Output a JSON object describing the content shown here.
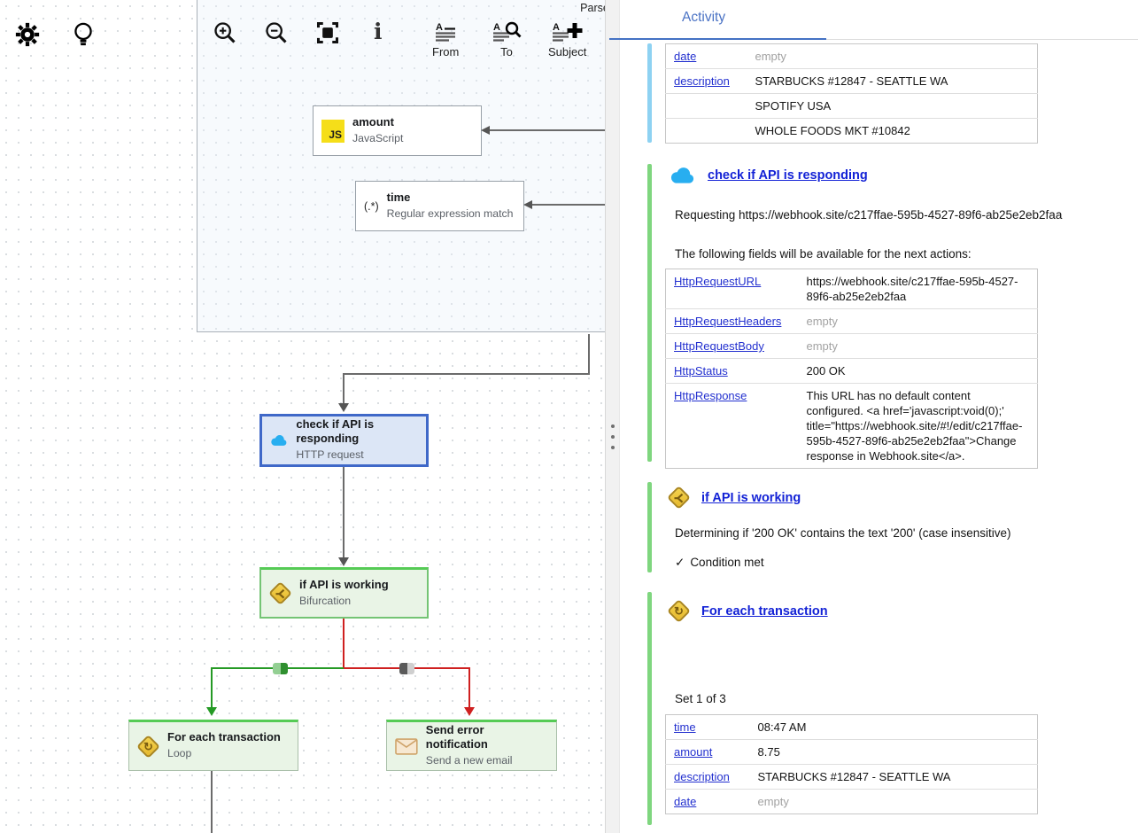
{
  "colors": {
    "accent_blue": "#4472c4",
    "section_bar_blue": "#8ed2f2",
    "section_bar_green": "#7fd67f",
    "link_blue": "#1322d6",
    "node_selected_border": "#3f68c8",
    "node_green_top": "#55cb55",
    "branch_green": "#259a25",
    "branch_red": "#cf2020",
    "js_yellow": "#f5de19",
    "cloud_blue": "#28aef0",
    "diamond_gold": "#e6b82c"
  },
  "canvas": {
    "parser_label": "Parser",
    "toolbar": {
      "zoom_in": "zoom in",
      "zoom_out": "zoom out",
      "fit": "fit to screen",
      "info": "info",
      "from_label": "From",
      "to_label": "To",
      "subject_label": "Subject"
    },
    "nodes": {
      "amount": {
        "title": "amount",
        "subtitle": "JavaScript",
        "icon_label": "JS"
      },
      "time": {
        "title": "time",
        "subtitle": "Regular expression match",
        "icon_label": "(.*)"
      },
      "check": {
        "title": "check if API is responding",
        "subtitle": "HTTP request"
      },
      "bifurcation": {
        "title": "if API is working",
        "subtitle": "Bifurcation"
      },
      "loop": {
        "title": "For each transaction",
        "subtitle": "Loop"
      },
      "email": {
        "title": "Send error notification",
        "subtitle": "Send a new email"
      }
    },
    "icons": {
      "loop_glyph": "↻"
    }
  },
  "panel": {
    "tab": "Activity",
    "section1": {
      "table": {
        "rows": [
          {
            "label": "date",
            "value": "empty"
          },
          {
            "label": "description",
            "value": "STARBUCKS #12847 - SEATTLE WA"
          },
          {
            "label": "",
            "value": "SPOTIFY USA"
          },
          {
            "label": "",
            "value": "WHOLE FOODS MKT #10842"
          }
        ]
      }
    },
    "section2": {
      "title": "check if API is responding",
      "requesting": "Requesting https://webhook.site/c217ffae-595b-4527-89f6-ab25e2eb2faa",
      "fields_intro": "The following fields will be available for the next actions:",
      "table": {
        "rows": [
          {
            "label": "HttpRequestURL",
            "value": "https://webhook.site/c217ffae-595b-4527-89f6-ab25e2eb2faa"
          },
          {
            "label": "HttpRequestHeaders",
            "value": "empty"
          },
          {
            "label": "HttpRequestBody",
            "value": "empty"
          },
          {
            "label": "HttpStatus",
            "value": "200 OK"
          },
          {
            "label": "HttpResponse",
            "value": "This URL has no default content configured. <a href='javascript:void(0);' title=\"https://webhook.site/#!/edit/c217ffae-595b-4527-89f6-ab25e2eb2faa\">Change response in Webhook.site</a>."
          }
        ]
      }
    },
    "section3": {
      "title": "if API is working",
      "determining": "Determining if '200 OK' contains the text '200' (case insensitive)",
      "check_glyph": "✓",
      "result": "Condition met"
    },
    "section4": {
      "title": "For each transaction",
      "set_label": "Set 1 of 3",
      "table": {
        "rows": [
          {
            "label": "time",
            "value": "08:47 AM"
          },
          {
            "label": "amount",
            "value": "8.75"
          },
          {
            "label": "description",
            "value": "STARBUCKS #12847 - SEATTLE WA"
          },
          {
            "label": "date",
            "value": "empty"
          }
        ]
      }
    }
  }
}
